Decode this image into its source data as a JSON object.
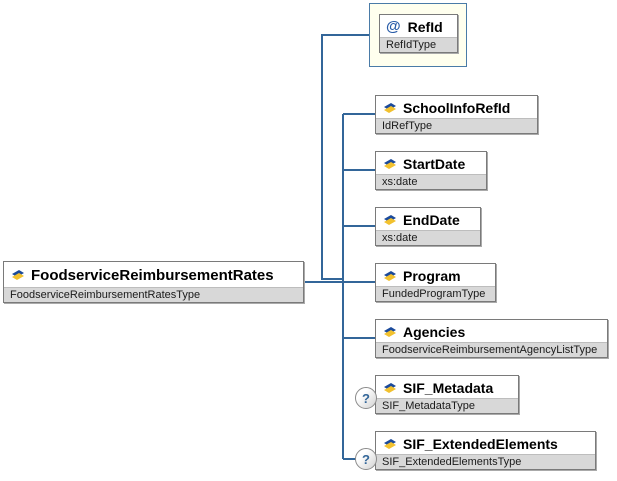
{
  "diagram": {
    "root": {
      "name": "FoodserviceReimbursementRates",
      "type": "FoodserviceReimbursementRatesType"
    },
    "attribute": {
      "prefix": "@",
      "name": "RefId",
      "type": "RefIdType"
    },
    "children": [
      {
        "name": "SchoolInfoRefId",
        "type": "IdRefType",
        "optional": false
      },
      {
        "name": "StartDate",
        "type": "xs:date",
        "optional": false
      },
      {
        "name": "EndDate",
        "type": "xs:date",
        "optional": false
      },
      {
        "name": "Program",
        "type": "FundedProgramType",
        "optional": false
      },
      {
        "name": "Agencies",
        "type": "FoodserviceReimbursementAgencyListType",
        "optional": false
      },
      {
        "name": "SIF_Metadata",
        "type": "SIF_MetadataType",
        "optional": true
      },
      {
        "name": "SIF_ExtendedElements",
        "type": "SIF_ExtendedElementsType",
        "optional": true
      }
    ],
    "optional_marker": "?",
    "icons": {
      "element_icon": "blue-yellow-diamond-element-icon",
      "attribute_icon": "at-sign"
    },
    "colors": {
      "connector_line": "#336699",
      "node_border": "#7a7a7a",
      "type_band_bg": "#d8d8d8",
      "attribute_container_bg": "#ffffee",
      "attribute_container_border": "#4a7ba7",
      "icon_blue": "#1b4a9b",
      "icon_yellow": "#f2c12e",
      "optional_marker_color": "#336699"
    }
  }
}
